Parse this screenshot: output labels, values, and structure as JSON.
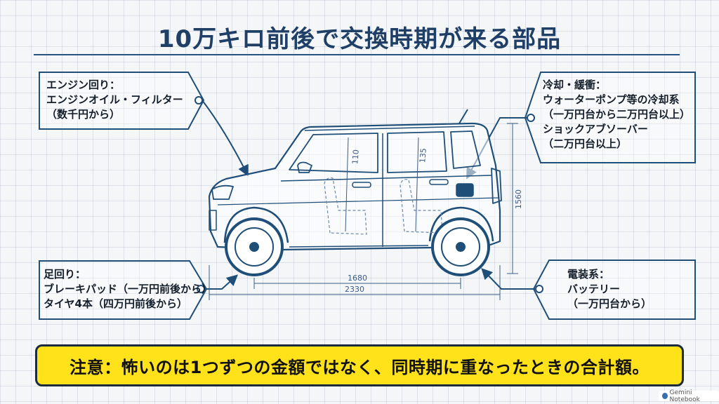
{
  "title": "10万キロ前後で交換時期が来る部品",
  "callouts": {
    "engine": {
      "lines": [
        "エンジン回り：",
        "エンジンオイル・フィルター",
        "（数千円から）"
      ]
    },
    "cooling": {
      "lines": [
        "冷却・緩衝：",
        "ウォーターポンプ等の冷却系",
        "（一万円台から二万円台以上）",
        "ショックアブソーバー",
        "（二万円台以上）"
      ]
    },
    "chassis": {
      "lines": [
        "足回り：",
        "ブレーキパッド（一万円前後から）",
        "タイヤ4本（四万円前後から）"
      ]
    },
    "electrical": {
      "lines": [
        "電装系：",
        "バッテリー",
        "（一万円台から）"
      ]
    }
  },
  "dimensions": {
    "wheelbase": "1680",
    "length": "2330",
    "height": "1560",
    "front_seat": "110",
    "rear_seat": "135"
  },
  "notice": "注意：怖いのは1つずつの金額ではなく、同時期に重なったときの合計額。",
  "brand": "Gemini Notebook",
  "colors": {
    "line": "#1f4e79",
    "notice_bg": "#ffe21a",
    "title": "#1f3f66"
  }
}
